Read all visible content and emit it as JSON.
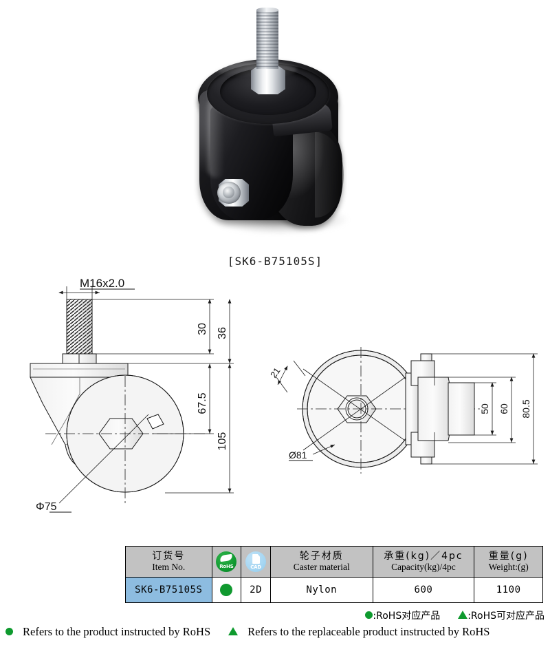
{
  "product": {
    "caption": "[SK6-B75105S]",
    "photo_alt": "black-swivel-caster-with-threaded-stem"
  },
  "drawings": {
    "side_view": {
      "name": "side-elevation-view",
      "labels": {
        "thread": "M16x2.0",
        "thread_length": "30",
        "stem_total": "36",
        "axle_height": "67.5",
        "overall_height": "105",
        "wheel_diameter": "Φ75"
      }
    },
    "top_view": {
      "name": "plan-view",
      "labels": {
        "swivel_offset": "21",
        "plate_diameter": "Ø81",
        "wheel_width": "50",
        "bracket_width": "60",
        "overall_width": "80.5"
      }
    }
  },
  "table": {
    "headers": [
      {
        "cn": "订货号",
        "en": "Item No."
      },
      {
        "icon": "rohs-icon",
        "cn": "",
        "en": ""
      },
      {
        "icon": "cad-icon",
        "cn": "",
        "en": ""
      },
      {
        "cn": "轮子材质",
        "en": "Caster material"
      },
      {
        "cn": "承重(kg)／4pc",
        "en": "Capacity(kg)/4pc"
      },
      {
        "cn": "重量(g)",
        "en": "Weight:(g)"
      }
    ],
    "row": {
      "item_no": "SK6-B75105S",
      "rohs": "green-dot",
      "cad": "2D",
      "material": "Nylon",
      "capacity": "600",
      "weight": "1100"
    }
  },
  "legend": {
    "cn_dot": ":RoHS对应产品",
    "cn_tri": ":RoHS可对应产品",
    "en_dot": "Refers to the product instructed by RoHS",
    "en_tri": "Refers to the replaceable product instructed by RoHS"
  },
  "colors": {
    "header_gray": "#c2c2c2",
    "item_blue": "#8dbce0",
    "rohs_green": "#10992f",
    "cad_blue": "#a6d6f2"
  }
}
